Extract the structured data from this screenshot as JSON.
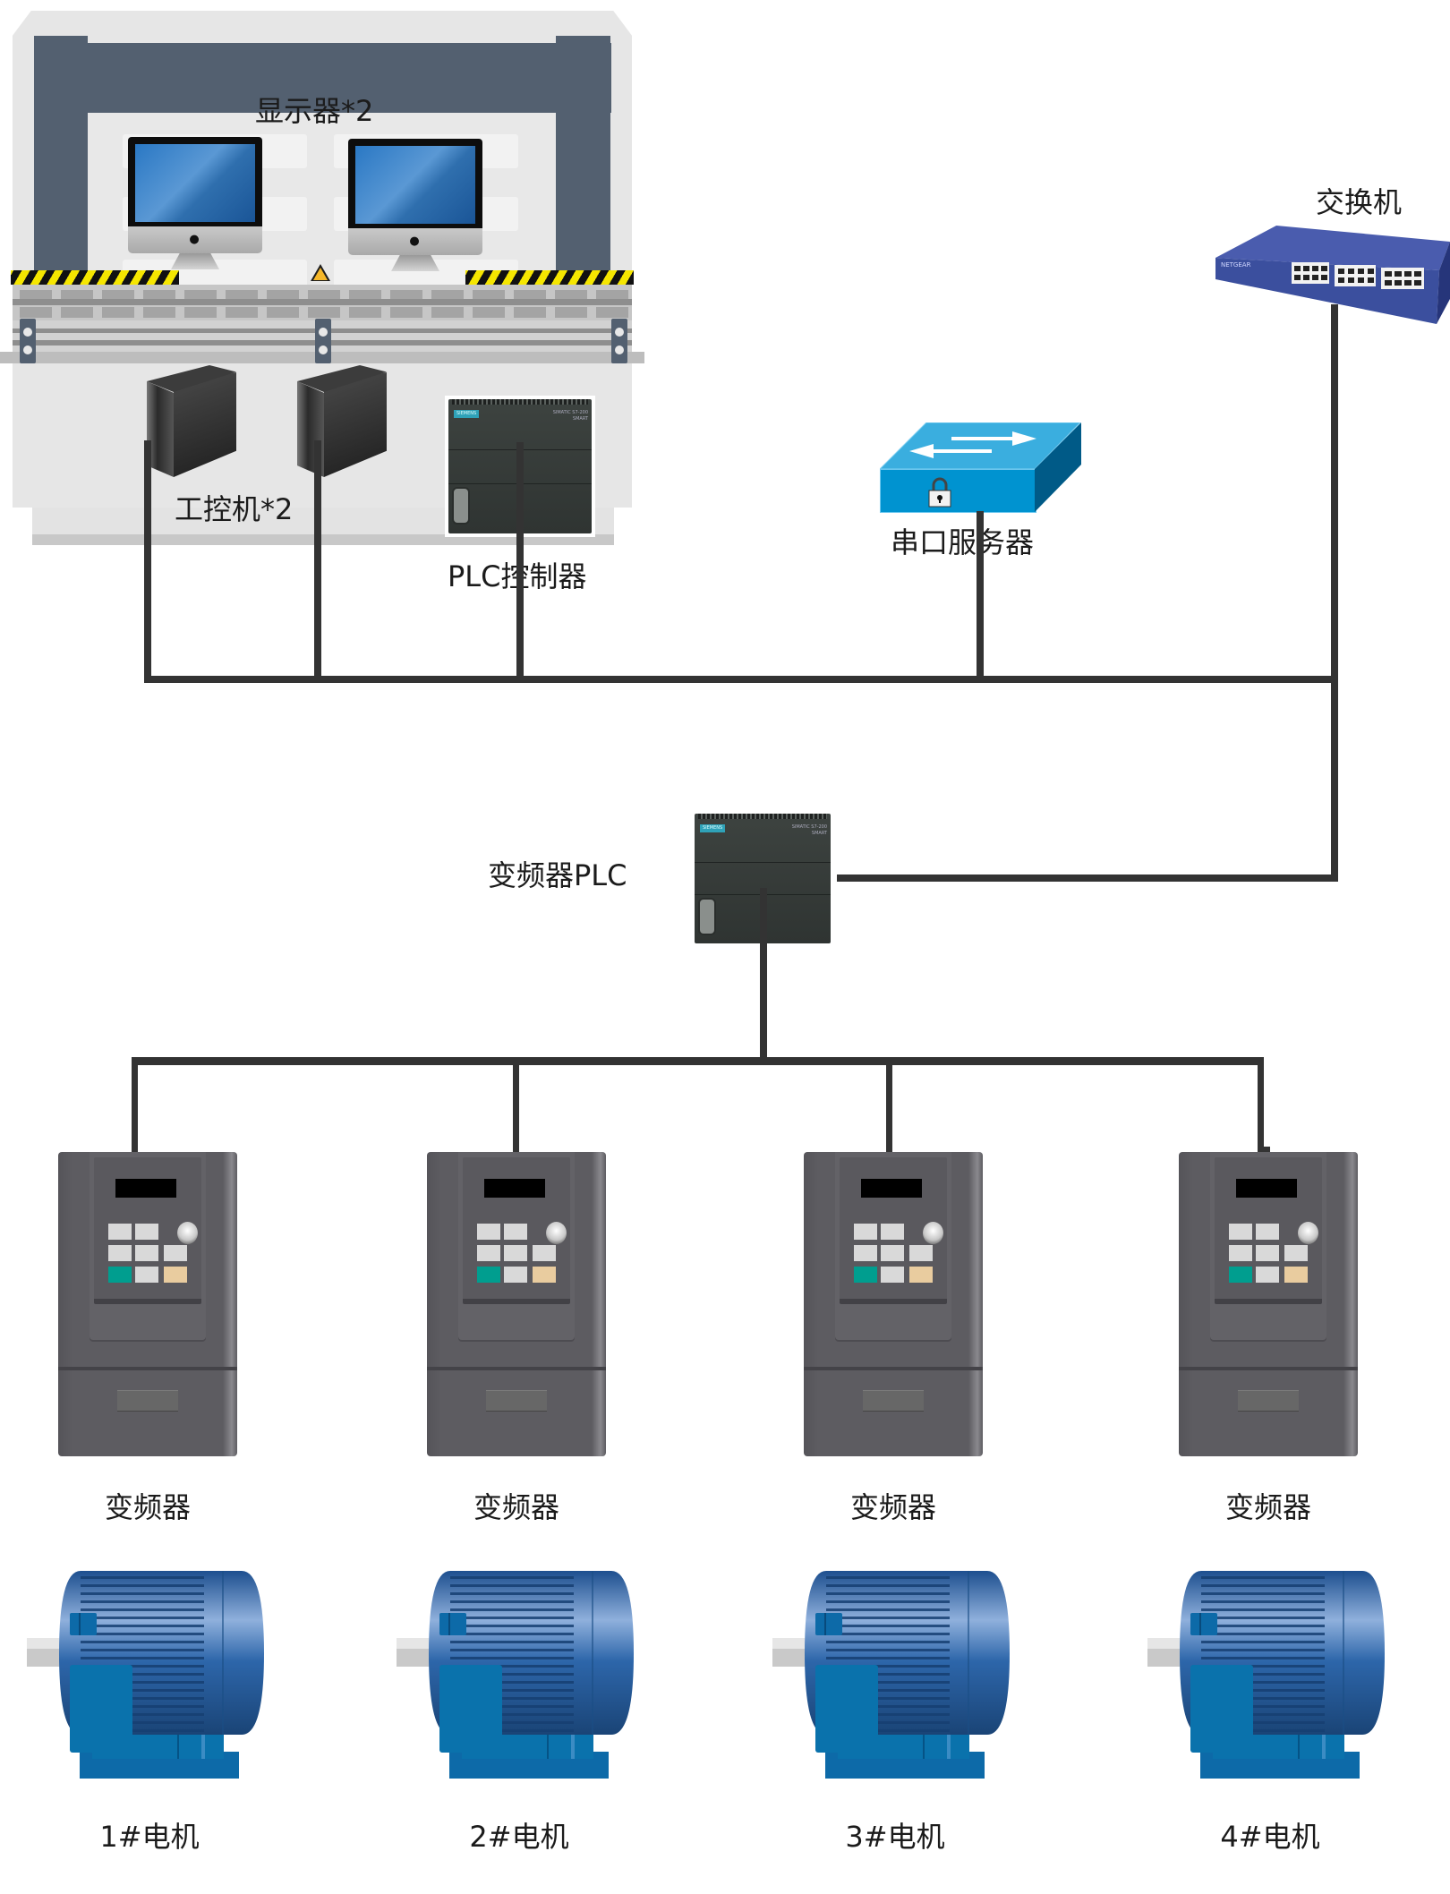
{
  "diagram": {
    "title": "",
    "colors": {
      "wire": "#333333",
      "cabinet_frame": "#536070",
      "switch_blue": "#3b4fa0",
      "serial_server_blue": "#0093d0",
      "inverter_gray": "#5d5c61",
      "motor_blue": "#2a65a8",
      "key_green": "#009e8f",
      "key_tan": "#e9cc9f"
    }
  },
  "cabinet": {
    "monitors_label": "显示器*2",
    "ipc_label": "工控机*2",
    "plc_label": "PLC控制器",
    "monitor_count": 2,
    "ipc_count": 2
  },
  "plc_module": {
    "brand": "SIEMENS",
    "model_line1": "SIMATIC S7-200",
    "model_line2": "SMART"
  },
  "network": {
    "switch_label": "交换机",
    "switch_icon": "network-switch-icon",
    "serial_server_label": "串口服务器",
    "serial_server_icon": "lock-icon"
  },
  "inverter_plc": {
    "label": "变频器PLC"
  },
  "inverters": [
    {
      "label": "变频器"
    },
    {
      "label": "变频器"
    },
    {
      "label": "变频器"
    },
    {
      "label": "变频器"
    }
  ],
  "motors": [
    {
      "label": "1#电机"
    },
    {
      "label": "2#电机"
    },
    {
      "label": "3#电机"
    },
    {
      "label": "4#电机"
    }
  ]
}
